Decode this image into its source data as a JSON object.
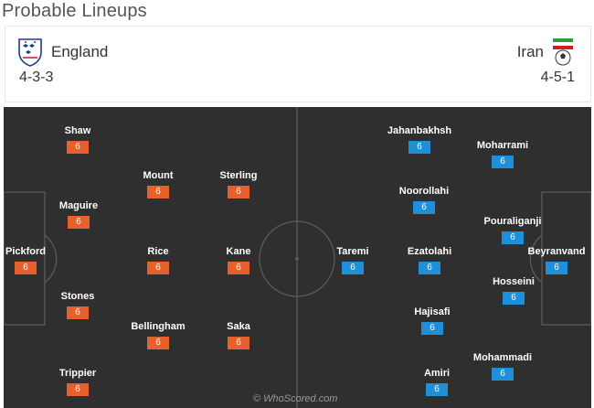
{
  "page_title": "Probable Lineups",
  "home": {
    "name": "England",
    "formation": "4-3-3",
    "crest_icon": "england-crest-icon",
    "rating_color": "#e8612c",
    "players": [
      {
        "name": "Shaw",
        "rating": "6"
      },
      {
        "name": "Mount",
        "rating": "6"
      },
      {
        "name": "Sterling",
        "rating": "6"
      },
      {
        "name": "Maguire",
        "rating": "6"
      },
      {
        "name": "Pickford",
        "rating": "6"
      },
      {
        "name": "Rice",
        "rating": "6"
      },
      {
        "name": "Kane",
        "rating": "6"
      },
      {
        "name": "Stones",
        "rating": "6"
      },
      {
        "name": "Bellingham",
        "rating": "6"
      },
      {
        "name": "Saka",
        "rating": "6"
      },
      {
        "name": "Trippier",
        "rating": "6"
      }
    ]
  },
  "away": {
    "name": "Iran",
    "formation": "4-5-1",
    "crest_icon": "iran-crest-icon",
    "rating_color": "#1e8fd8",
    "players": [
      {
        "name": "Jahanbakhsh",
        "rating": "6"
      },
      {
        "name": "Moharrami",
        "rating": "6"
      },
      {
        "name": "Noorollahi",
        "rating": "6"
      },
      {
        "name": "Pouraliganji",
        "rating": "6"
      },
      {
        "name": "Taremi",
        "rating": "6"
      },
      {
        "name": "Ezatolahi",
        "rating": "6"
      },
      {
        "name": "Beyranvand",
        "rating": "6"
      },
      {
        "name": "Hosseini",
        "rating": "6"
      },
      {
        "name": "Hajisafi",
        "rating": "6"
      },
      {
        "name": "Mohammadi",
        "rating": "6"
      },
      {
        "name": "Amiri",
        "rating": "6"
      }
    ]
  },
  "watermark": "© WhoScored.com",
  "pitch_color": "#2f2f2f",
  "line_color": "#5a5a5a"
}
